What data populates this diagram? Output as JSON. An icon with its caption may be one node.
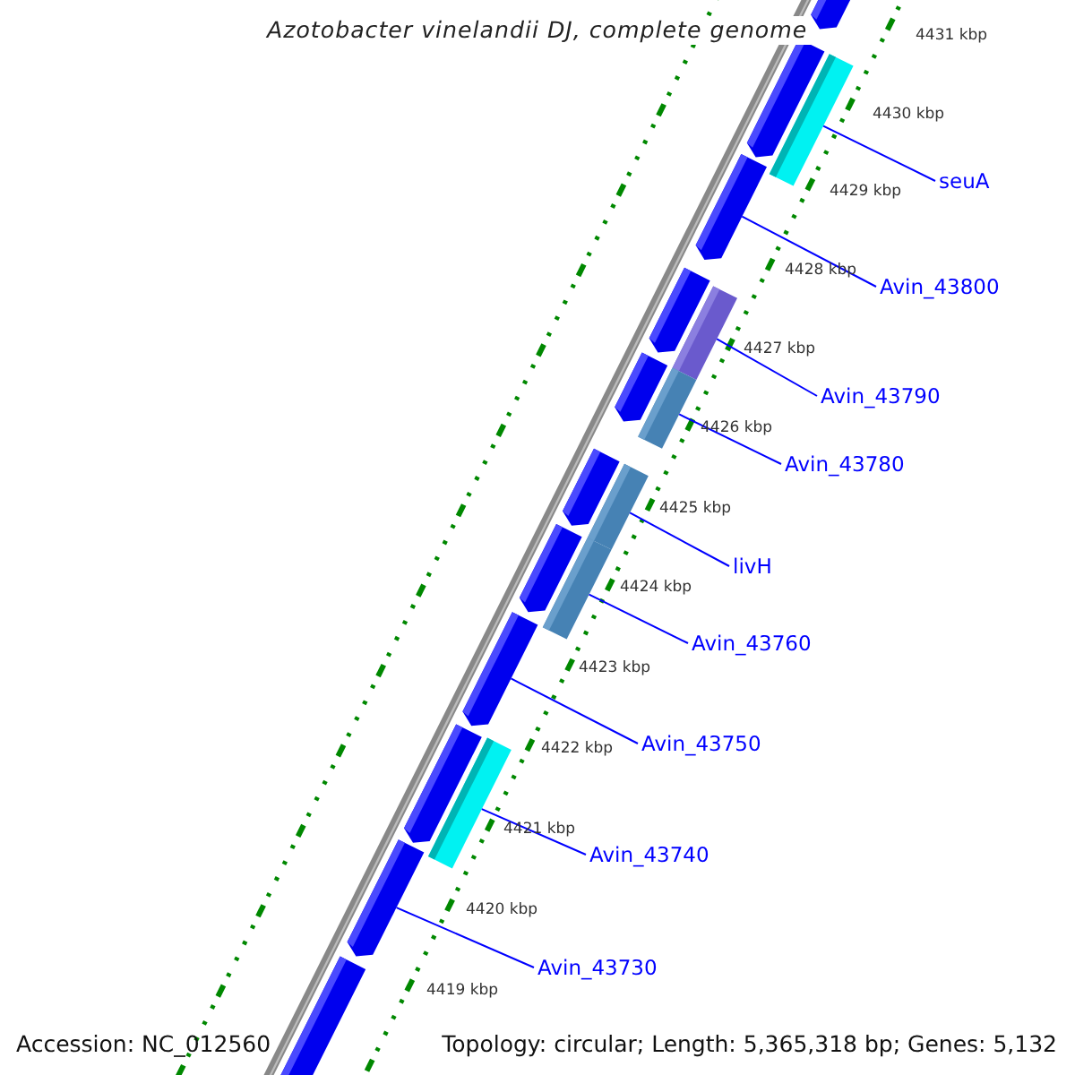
{
  "diagram": {
    "title": "Azotobacter vinelandii DJ, complete genome",
    "nodes": [
      {
        "text": [],
        "shape": "bar"
      },
      {
        "text": [],
        "shape": "bar"
      },
      {
        "text": [],
        "shape": "bar"
      },
      {
        "text": [],
        "shape": "bar"
      },
      {
        "text": [],
        "shape": "bar"
      },
      {
        "text": [],
        "shape": "bar"
      },
      {
        "text": [],
        "shape": "bar"
      },
      {
        "text": [],
        "shape": "bar"
      },
      {
        "text": [],
        "shape": "bar"
      },
      {
        "text": [],
        "shape": "bar"
      },
      {
        "text": [],
        "shape": "bar"
      },
      {
        "text": [],
        "shape": "bar"
      },
      {
        "text": [],
        "shape": "bar"
      },
      {
        "text": [],
        "shape": "bar"
      },
      {
        "text": [],
        "shape": "bar"
      },
      {
        "text": [],
        "shape": "bar"
      },
      {
        "text": [],
        "shape": "bar"
      },
      {
        "text": [
          "seuA"
        ]
      },
      {
        "text": [
          "Avin_43800"
        ]
      },
      {
        "text": [
          "Avin_43790"
        ]
      },
      {
        "text": [
          "Avin_43780"
        ]
      },
      {
        "text": [
          "livH"
        ]
      },
      {
        "text": [
          "Avin_43760"
        ]
      },
      {
        "text": [
          "Avin_43750"
        ]
      },
      {
        "text": [
          "Avin_43740"
        ]
      },
      {
        "text": [
          "Avin_43730"
        ]
      }
    ],
    "edges": [
      {
        "from": 17,
        "to": 1,
        "arrow": "none"
      },
      {
        "from": 18,
        "to": 3,
        "arrow": "none"
      },
      {
        "from": 19,
        "to": 5,
        "arrow": "none"
      },
      {
        "from": 20,
        "to": 7,
        "arrow": "none"
      },
      {
        "from": 21,
        "to": 8,
        "arrow": "none"
      },
      {
        "from": 22,
        "to": 10,
        "arrow": "none"
      },
      {
        "from": 23,
        "to": 12,
        "arrow": "none"
      },
      {
        "from": 24,
        "to": 13,
        "arrow": "none"
      },
      {
        "from": 25,
        "to": 15,
        "arrow": "none"
      }
    ],
    "labels": [
      "4431 kbp",
      "4430 kbp",
      "4429 kbp",
      "4428 kbp",
      "4427 kbp",
      "4426 kbp",
      "4425 kbp",
      "4424 kbp",
      "4423 kbp",
      "4422 kbp",
      "4421 kbp",
      "4420 kbp",
      "4419 kbp",
      "Accession: NC_012560",
      "Topology: circular; Length: 5,365,318 bp; Genes: 5,132"
    ]
  }
}
